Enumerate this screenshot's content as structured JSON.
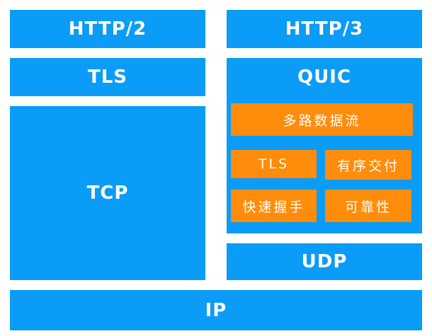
{
  "colors": {
    "blue": "#0a9cf7",
    "orange": "#ff8c0a",
    "background": "#ffffff"
  },
  "left_stack": {
    "http2": "HTTP/2",
    "tls": "TLS",
    "tcp": "TCP"
  },
  "right_stack": {
    "http3": "HTTP/3",
    "quic": {
      "title": "QUIC",
      "streams": "多路数据流",
      "tls": "TLS",
      "ordered_delivery": "有序交付",
      "fast_handshake": "快速握手",
      "reliability": "可靠性"
    },
    "udp": "UDP"
  },
  "ip": "IP"
}
